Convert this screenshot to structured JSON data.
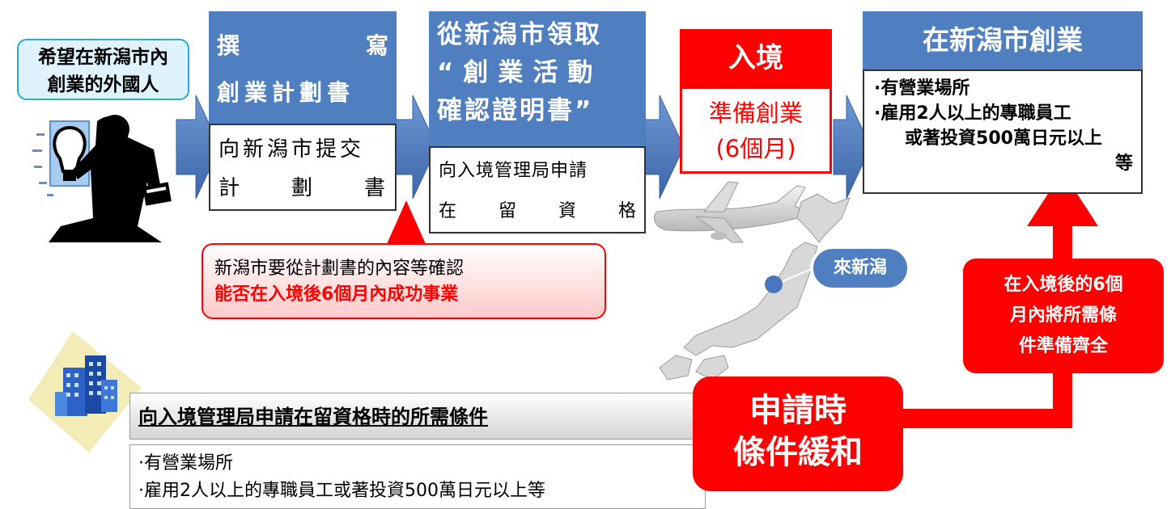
{
  "foreigner_label": {
    "line1": "希望在新潟市內",
    "line2": "創業的外國人"
  },
  "step_plan": {
    "header": [
      "撰",
      "寫"
    ],
    "header2": "創業計劃書",
    "body": "向新潟市提交",
    "body2": [
      "計",
      "劃",
      "書"
    ]
  },
  "step_certificate": {
    "header1": "從新潟市領取",
    "header2": "“創業活動",
    "header3": "確認證明書”",
    "body1": "向入境管理局申請",
    "body2": [
      "在",
      "留",
      "資",
      "格"
    ]
  },
  "step_entry": {
    "header": "入境",
    "body1": "準備創業",
    "body2": "(6個月)"
  },
  "step_business": {
    "header": "在新潟市創業",
    "items": [
      "·有營業場所",
      "·雇用2人以上的專職員工",
      "或著投資500萬日元以上",
      "等"
    ]
  },
  "city_check_callout": {
    "line1": "新潟市要從計劃書的內容等確認",
    "line2": "能否在入境後6個月內成功事業"
  },
  "map_label": "來新潟",
  "six_month_note": {
    "line1": "在入境後的6個",
    "line2": "月內將所需條",
    "line3": "件準備齊全"
  },
  "requirements": {
    "title": "向入境管理局申請在留資格時的所需條件",
    "items": [
      "·有營業場所",
      "·雇用2人以上的專職員工或著投資500萬日元以上等"
    ]
  },
  "relaxed_badge": {
    "line1": "申請時",
    "line2": "條件緩和"
  },
  "colors": {
    "blue": "#4f7fc0",
    "red": "#ff0000",
    "arrow": "#4a77bb"
  },
  "icons": [
    "businessman-with-lightbulb-icon",
    "airplane-icon",
    "japan-map-icon",
    "building-icon"
  ]
}
